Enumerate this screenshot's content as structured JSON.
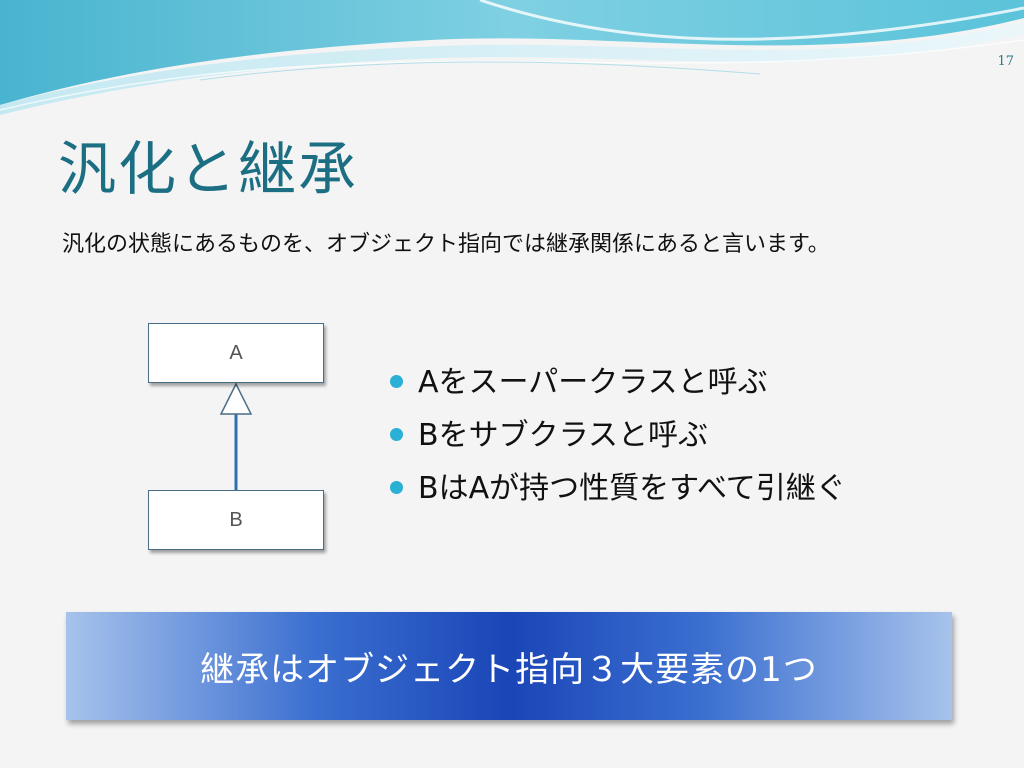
{
  "slide": {
    "page_number": "17",
    "title": "汎化と継承",
    "subtitle": "汎化の状態にあるものを、オブジェクト指向では継承関係にあると言います。"
  },
  "diagram": {
    "class_a": "A",
    "class_b": "B"
  },
  "bullets": [
    "Aをスーパークラスと呼ぶ",
    "Bをサブクラスと呼ぶ",
    "BはAが持つ性質をすべて引継ぐ"
  ],
  "banner": {
    "text": "継承はオブジェクト指向３大要素の1つ"
  },
  "colors": {
    "title": "#1c6e83",
    "bullet": "#2ab0d4",
    "banner": "#1a45b7"
  }
}
